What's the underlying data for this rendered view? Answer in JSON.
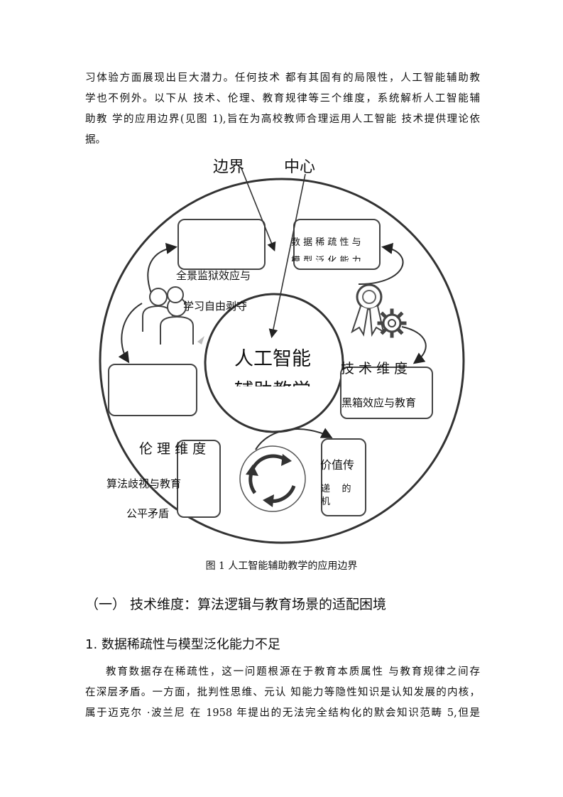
{
  "intro": {
    "lines": [
      "习体验方面展现出巨大潜力。任何技术 都有其固有的局限性，人工智能辅助教",
      "学也不例外。以下从 技术、伦理、教育规律等三个维度，系统解析人工智能辅",
      "助教 学的应用边界(见图 1),旨在为高校教师合理运用人工智能 技术提供理论依",
      "据。"
    ]
  },
  "figure": {
    "label_boundary": "边界",
    "label_center": "中心",
    "center_line1": "人工智能",
    "center_line2": "辅助教学",
    "box_data_sparsity": "数 据 稀 疏 性 与",
    "box_data_sparsity_cut": "模 型 泛 化 能 力",
    "panopticon_line1": "全景监狱效应与",
    "panopticon_line2": "学习自由剥夺",
    "tech_dimension": "技 术 维 度",
    "black_box": "黑箱效应与教育",
    "ethics_dimension": "伦 理 维 度",
    "algo_bias_line1": "算法歧视与教育",
    "algo_bias_line2": "公平矛盾",
    "value_line1": "价值传",
    "value_line2": "递    的",
    "value_line3": "机"
  },
  "caption": "图  1  人工智能辅助教学的应用边界",
  "section_heading": "（一） 技术维度：算法逻辑与教育场景的适配困境",
  "subsection_heading": "1. 数据稀疏性与模型泛化能力不足",
  "body": {
    "lines": [
      "教育数据存在稀疏性，这一问题根源在于教育本质属性 与教育规律之间存",
      "在深层矛盾。一方面，批判性思维、元认 知能力等隐性知识是认知发展的内核，",
      "属于迈克尔 ·波兰尼 在 1958 年提出的无法完全结构化的默会知识范畴 5,但是"
    ]
  }
}
